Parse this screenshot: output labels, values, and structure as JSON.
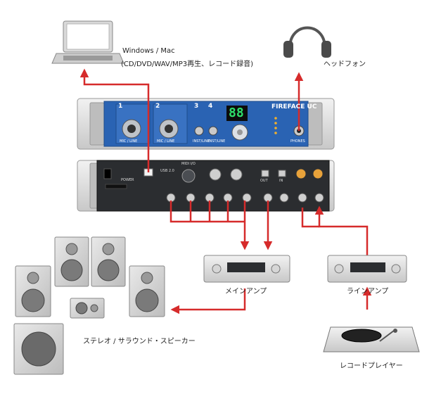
{
  "labels": {
    "computer_line1": "Windows / Mac",
    "computer_line2": "(CD/DVD/WAV/MP3再生、レコード録音)",
    "headphones": "ヘッドフォン",
    "main_amp": "メインアンプ",
    "line_amp": "ラインアンプ",
    "speakers": "ステレオ / サラウンド・スピーカー",
    "record_player": "レコードプレイヤー"
  },
  "front_panel": {
    "brand": "FIREFACE UC",
    "display": "88",
    "channels": [
      "1",
      "2",
      "3",
      "4"
    ],
    "ch_labels": [
      "MIC / LINE",
      "MIC / LINE",
      "INST/LINE",
      "INST/LINE"
    ],
    "phones_label": "PHONES"
  },
  "rear_panel": {
    "power_label": "POWER",
    "usb_label": "USB 2.0",
    "midi_label": "MIDI I/O",
    "spdif_out": "OUT",
    "spdif_in": "IN"
  },
  "colors": {
    "cable": "#d62b2b",
    "panel_blue": "#2a63b3",
    "rear_dark": "#2b2d30",
    "display_green": "#2ee06b"
  }
}
